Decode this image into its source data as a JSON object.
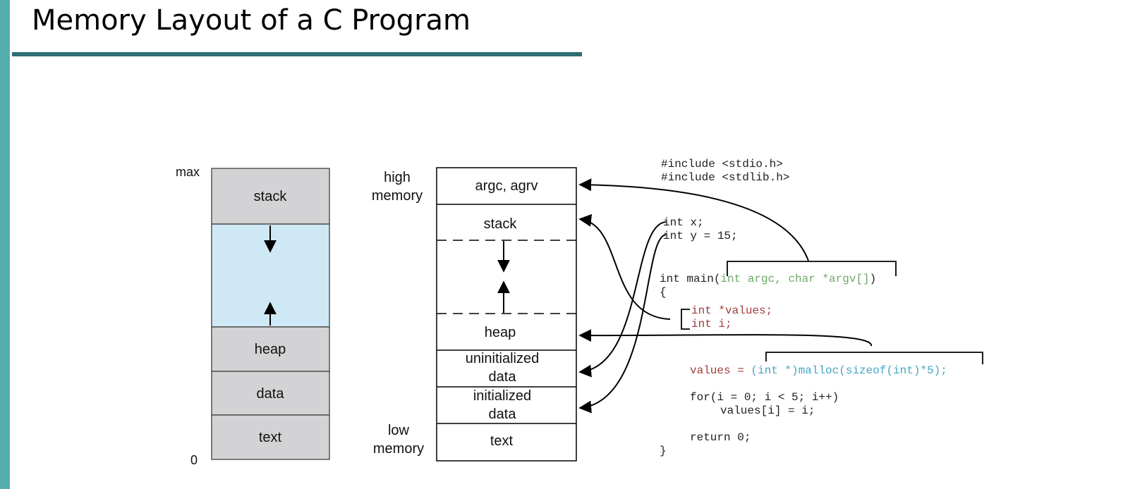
{
  "slide": {
    "title": "Memory Layout of a C Program",
    "accent_color": "#56aeae",
    "rule_color": "#2e6e75"
  },
  "simple_layout": {
    "max_label": "max",
    "zero_label": "0",
    "segments": {
      "stack": "stack",
      "heap": "heap",
      "data": "data",
      "text": "text"
    },
    "segment_fill": "#d3d3d5",
    "free_fill": "#cfe8f5"
  },
  "detailed_layout": {
    "high_label": [
      "high",
      "memory"
    ],
    "low_label": [
      "low",
      "memory"
    ],
    "segments": {
      "args": "argc, agrv",
      "stack": "stack",
      "heap": "heap",
      "uninit": [
        "uninitialized",
        "data"
      ],
      "init": [
        "initialized",
        "data"
      ],
      "text": "text"
    }
  },
  "code": {
    "include1": "#include <stdio.h>",
    "include2": "#include <stdlib.h>",
    "global_x": "int x;",
    "global_y": "int y = 15;",
    "main_prefix": "int main(",
    "main_params": "int argc, char *argv[]",
    "main_suffix": ")",
    "open_brace": "{",
    "local_values": "int *values;",
    "local_i": "int i;",
    "assign_lhs": "values = ",
    "assign_rhs": "(int *)malloc(sizeof(int)*5);",
    "for_line": "for(i = 0; i < 5; i++)",
    "body_line": "values[i] = i;",
    "return_line": "return 0;",
    "close_brace": "}",
    "colors": {
      "locals": "#a33b3b",
      "params": "#6ea86a",
      "malloc": "#45a7c4"
    }
  }
}
